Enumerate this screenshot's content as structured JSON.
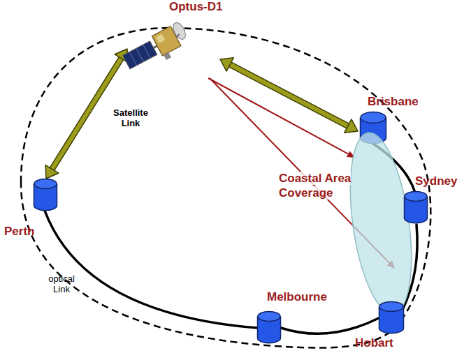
{
  "diagram": {
    "nodes": [
      {
        "text": [
          "Optus-D1"
        ]
      },
      {
        "text": [
          "Brisbane"
        ]
      },
      {
        "text": [
          "Coastal Area Coverage"
        ]
      },
      {
        "text": [
          "Sydney"
        ]
      },
      {
        "text": [
          "Perth"
        ]
      },
      {
        "text": [
          "Melbourne"
        ]
      },
      {
        "text": [
          "Hobart"
        ]
      }
    ],
    "edges": [
      {
        "from": 0,
        "to": 4,
        "arrow": "both",
        "label": "Satellite Link"
      },
      {
        "from": 0,
        "to": 1,
        "arrow": "both"
      },
      {
        "from": 0,
        "to": 2,
        "arrow": "to"
      },
      {
        "from": 0,
        "to": 2,
        "arrow": "to"
      },
      {
        "from": 4,
        "to": 5,
        "arrow": "none",
        "label": "optical Link"
      },
      {
        "from": 5,
        "to": 6,
        "arrow": "none"
      },
      {
        "from": 6,
        "to": 3,
        "arrow": "none"
      },
      {
        "from": 3,
        "to": 1,
        "arrow": "none"
      }
    ]
  }
}
